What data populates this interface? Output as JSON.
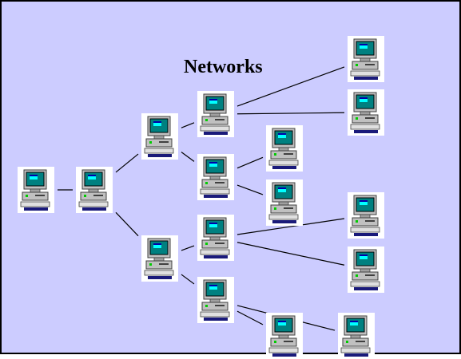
{
  "title": "Networks",
  "colors": {
    "background": "#ccccff",
    "border": "#000000",
    "link": "#000000",
    "monitor_body": "#c0c0c0",
    "screen": "#008080",
    "screen_window": "#00ffff",
    "power_led": "#00cc00",
    "label_strip": "#1a1a7a"
  },
  "diagram": {
    "type": "network-tree",
    "node_icon": "computer-icon",
    "nodes": [
      {
        "id": "root"
      },
      {
        "id": "hub"
      },
      {
        "id": "router-upper"
      },
      {
        "id": "router-lower"
      },
      {
        "id": "switch-upper-top"
      },
      {
        "id": "switch-upper-bottom"
      },
      {
        "id": "switch-lower-top"
      },
      {
        "id": "switch-lower-bottom"
      },
      {
        "id": "leaf-1"
      },
      {
        "id": "leaf-2"
      },
      {
        "id": "leaf-3"
      },
      {
        "id": "leaf-4"
      },
      {
        "id": "leaf-5"
      },
      {
        "id": "leaf-6"
      },
      {
        "id": "leaf-7"
      },
      {
        "id": "leaf-8"
      }
    ],
    "links": [
      {
        "from": "root",
        "to": "hub"
      },
      {
        "from": "hub",
        "to": "router-upper"
      },
      {
        "from": "hub",
        "to": "router-lower"
      },
      {
        "from": "router-upper",
        "to": "switch-upper-top"
      },
      {
        "from": "router-upper",
        "to": "switch-upper-bottom"
      },
      {
        "from": "router-lower",
        "to": "switch-lower-top"
      },
      {
        "from": "router-lower",
        "to": "switch-lower-bottom"
      },
      {
        "from": "switch-upper-top",
        "to": "leaf-1"
      },
      {
        "from": "switch-upper-top",
        "to": "leaf-2"
      },
      {
        "from": "switch-upper-bottom",
        "to": "leaf-3"
      },
      {
        "from": "switch-upper-bottom",
        "to": "leaf-4"
      },
      {
        "from": "switch-lower-top",
        "to": "leaf-5"
      },
      {
        "from": "switch-lower-top",
        "to": "leaf-6"
      },
      {
        "from": "switch-lower-bottom",
        "to": "leaf-7"
      },
      {
        "from": "switch-lower-bottom",
        "to": "leaf-8"
      }
    ]
  }
}
